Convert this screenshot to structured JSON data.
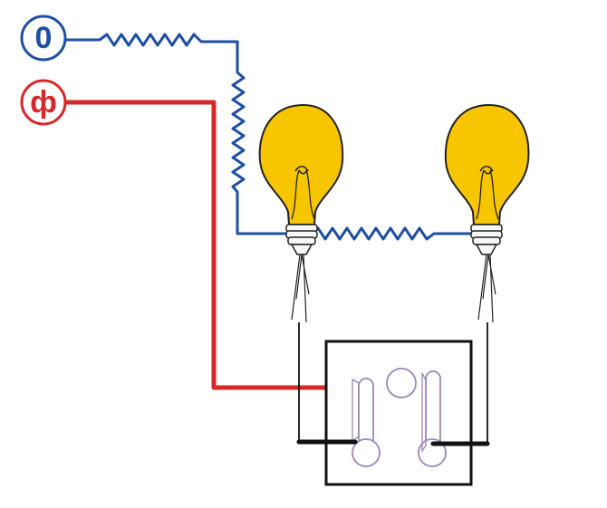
{
  "diagram": {
    "neutral_terminal": {
      "label": "0",
      "color": "#1f4fa3"
    },
    "phase_terminal": {
      "label": "ф",
      "color": "#d62828"
    },
    "neutral_wire_color": "#1f4fa3",
    "phase_wire_color": "#d62828",
    "bulb_color": "#f7c600",
    "bulb_outline_color": "#222222",
    "switch_outline_color": "#111111",
    "switch_contact_color": "#9a86b8",
    "lamps": [
      {
        "name": "left-lamp",
        "icon": "light-bulb-icon"
      },
      {
        "name": "right-lamp",
        "icon": "light-bulb-icon"
      }
    ],
    "switch": {
      "icon": "double-switch-icon"
    }
  }
}
